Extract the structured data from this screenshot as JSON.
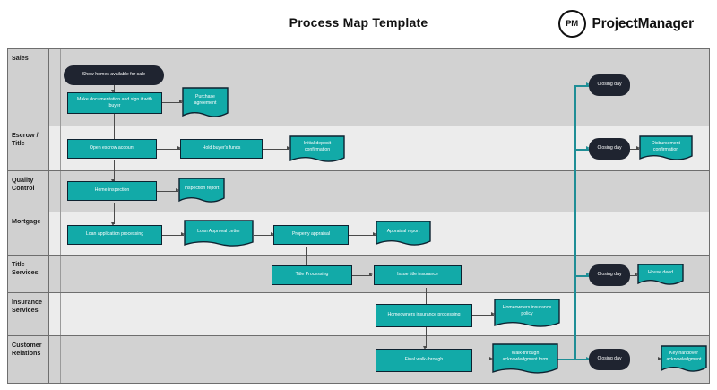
{
  "header": {
    "title": "Process Map Template",
    "brand_mark": "PM",
    "brand_name": "ProjectManager"
  },
  "colors": {
    "process_fill": "#12aaa8",
    "terminator_fill": "#1f2430",
    "lane_shaded": "#d2d2d2",
    "lane_plain": "#ececec",
    "label_column": "#d0d0d0",
    "connector": "#4a4a4a",
    "trunk": "#1f8e96",
    "border": "#0d2230"
  },
  "lanes": [
    {
      "id": "sales",
      "label": "Sales"
    },
    {
      "id": "escrow-title",
      "label": "Escrow / Title"
    },
    {
      "id": "quality-control",
      "label": "Quality Control"
    },
    {
      "id": "mortgage",
      "label": "Mortgage"
    },
    {
      "id": "title-services",
      "label": "Title Services"
    },
    {
      "id": "insurance-services",
      "label": "Insurance Services"
    },
    {
      "id": "customer-relations",
      "label": "Customer Relations"
    }
  ],
  "nodes": {
    "show_homes": "Show homes available for sale",
    "make_documentation": "Make documentation and sign it with buyer",
    "purchase_agreement": "Purchase agreement",
    "closing_day_sales": "Closing day",
    "open_escrow": "Open escrow account",
    "hold_funds": "Hold buyer's funds",
    "initial_deposit": "Initial deposit confirmation",
    "closing_day_escrow": "Closing day",
    "disbursement": "Disbursement confirmation",
    "home_inspection": "Home inspection",
    "inspection_report": "Inspection report",
    "loan_application": "Loan application processing",
    "loan_approval_letter": "Loan Approval Letter",
    "property_appraisal": "Property appraisal",
    "appraisal_report": "Appraisal report",
    "title_processing": "Title Processing",
    "issue_title_insurance": "Issue title insurance",
    "closing_day_title": "Closing day",
    "house_deed": "House deed",
    "homeowners_processing": "Homeowners insurance processing",
    "homeowners_policy": "Homeowners insurance policy",
    "final_walk_through": "Final walk-through",
    "walk_through_form": "Walk-through acknowledgment form",
    "closing_day_customer": "Closing day",
    "key_handover": "Key handover acknowledgment"
  }
}
